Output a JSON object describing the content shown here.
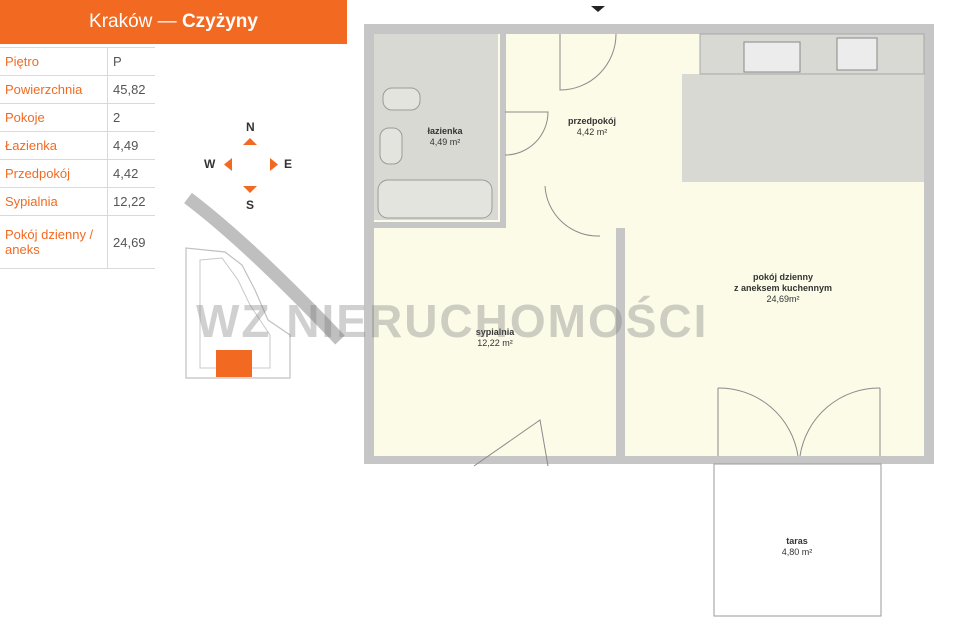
{
  "header": {
    "city": "Kraków —",
    "district": "Czyżyny"
  },
  "params": [
    {
      "label": "Piętro",
      "value": "P"
    },
    {
      "label": "Powierzchnia",
      "value": "45,82"
    },
    {
      "label": "Pokoje",
      "value": "2"
    },
    {
      "label": "Łazienka",
      "value": "4,49"
    },
    {
      "label": "Przedpokój",
      "value": "4,42"
    },
    {
      "label": "Sypialnia",
      "value": "12,22"
    },
    {
      "label": "Pokój dzienny / aneks",
      "value": "24,69"
    }
  ],
  "compass": {
    "n": "N",
    "s": "S",
    "w": "W",
    "e": "E"
  },
  "rooms": {
    "bathroom": {
      "name": "łazienka",
      "area": "4,49 m²"
    },
    "hall": {
      "name": "przedpokój",
      "area": "4,42 m²"
    },
    "living_line1": "pokój dzienny",
    "living_line2": "z aneksem kuchennym",
    "living_area": "24,69m²",
    "bedroom": {
      "name": "sypialnia",
      "area": "12,22 m²"
    },
    "terrace": {
      "name": "taras",
      "area": "4,80 m²"
    }
  },
  "watermark": "WZ NIERUCHOMOŚCI",
  "colors": {
    "accent": "#f26a21",
    "floor": "#fbfbe8",
    "fixture": "#d9d9d4",
    "wall": "#c6c6c6"
  }
}
